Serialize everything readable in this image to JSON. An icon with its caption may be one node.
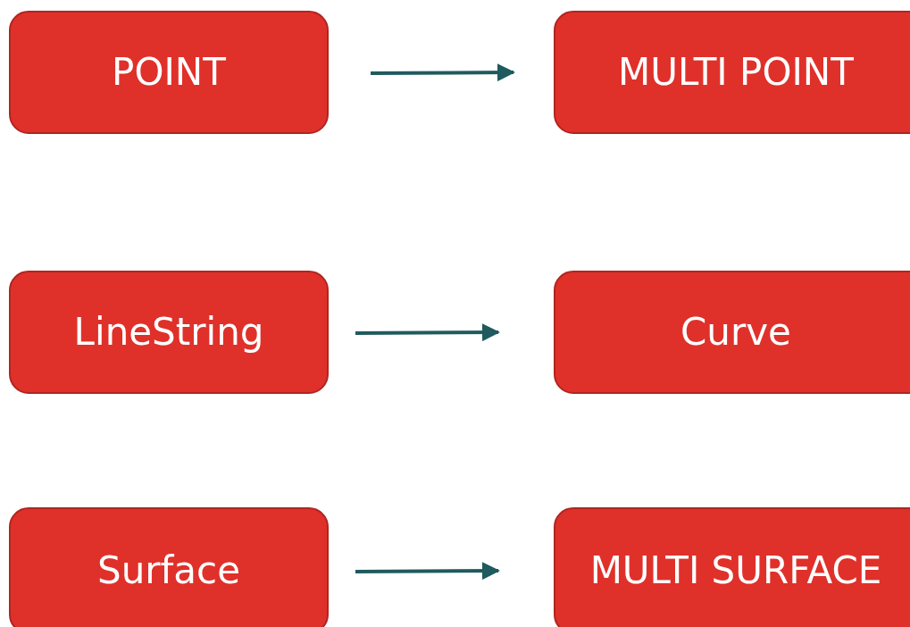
{
  "diagram": {
    "nodes": [
      {
        "text": [
          "POINT"
        ]
      },
      {
        "text": [
          "MULTI POINT"
        ]
      },
      {
        "text": [
          "LineString"
        ]
      },
      {
        "text": [
          "Curve"
        ]
      },
      {
        "text": [
          "Surface"
        ]
      },
      {
        "text": [
          "MULTI SURFACE"
        ]
      }
    ],
    "edges": [
      {
        "from": 0,
        "to": 1,
        "arrow": "to"
      },
      {
        "from": 2,
        "to": 3,
        "arrow": "to"
      },
      {
        "from": 4,
        "to": 5,
        "arrow": "to"
      }
    ]
  }
}
